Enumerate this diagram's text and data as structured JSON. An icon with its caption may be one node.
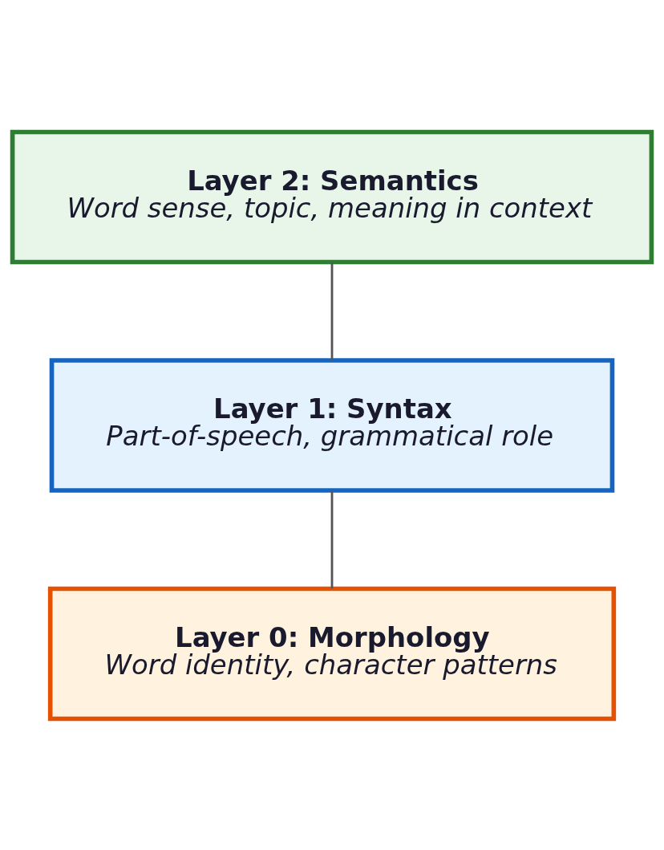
{
  "diagram": {
    "nodes": [
      {
        "text": [
          "Layer 2: Semantics",
          "Word sense, topic, meaning in context"
        ]
      },
      {
        "text": [
          "Layer 1: Syntax",
          "Part-of-speech, grammatical role"
        ]
      },
      {
        "text": [
          "Layer 0: Morphology",
          "Word identity, character patterns"
        ]
      }
    ],
    "edges": [
      {
        "from": 0,
        "to": 1,
        "arrow": "none"
      },
      {
        "from": 1,
        "to": 2,
        "arrow": "none"
      }
    ]
  }
}
